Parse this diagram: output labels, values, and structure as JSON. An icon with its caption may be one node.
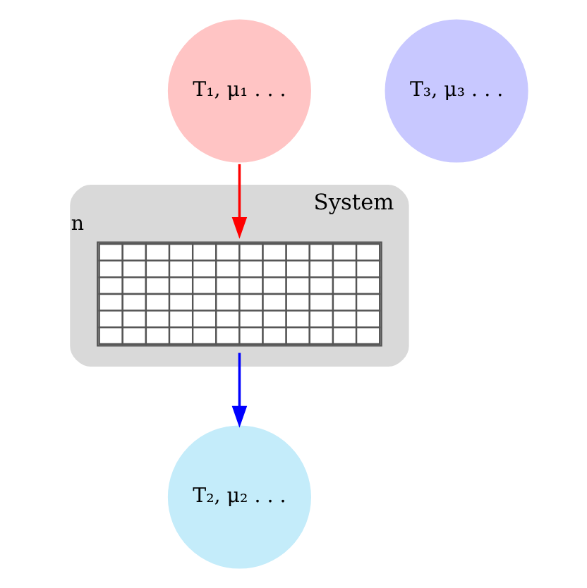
{
  "diagram": {
    "nodes": [
      {
        "text": [
          "System"
        ]
      },
      {
        "text": [],
        "shape": "grid",
        "in": 0,
        "beside": [
          "n"
        ]
      },
      {
        "text": [
          "T₁, μ₁ . . ."
        ]
      },
      {
        "text": [
          "T₂, μ₂ . . ."
        ]
      },
      {
        "text": [
          "T₃, μ₃ . . ."
        ]
      }
    ],
    "edges": [
      {
        "from": 2,
        "to": 1,
        "arrow": "to",
        "color": "#ff0000"
      },
      {
        "from": 1,
        "to": 3,
        "arrow": "to",
        "color": "#0000ff"
      }
    ]
  }
}
